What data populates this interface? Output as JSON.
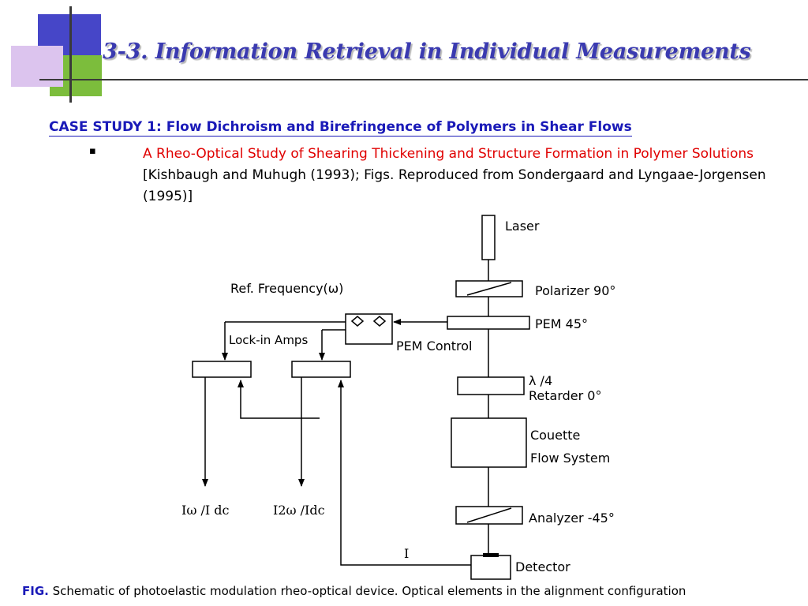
{
  "title": "3-3. Information Retrieval in Individual Measurements",
  "case_study": "CASE STUDY 1: Flow Dichroism and Birefringence of Polymers in Shear Flows",
  "bullet": {
    "marker": "▪",
    "red_text": "A Rheo-Optical Study of Shearing Thickening and Structure Formation in Polymer Solutions",
    "black_text": " [Kishbaugh and Muhugh (1993); Figs. Reproduced from Sondergaard and Lyngaae-Jorgensen (1995)]"
  },
  "diagram": {
    "laser": "Laser",
    "polarizer": "Polarizer 90°",
    "pem": "PEM 45°",
    "retarder_top": "λ /4",
    "retarder_bottom": "Retarder 0°",
    "couette_1": "Couette",
    "couette_2": "Flow System",
    "analyzer": "Analyzer -45°",
    "detector": "Detector",
    "ref_frequency": "Ref. Frequency(ω)",
    "lock_in": "Lock-in Amps",
    "pem_control": "PEM Control",
    "out1": "Iω /I dc",
    "out2": "I2ω /Idc",
    "signal": "I"
  },
  "caption": {
    "prefix": "FIG.",
    "text": "Schematic of photoelastic modulation rheo-optical device. Optical elements in the alignment configuration"
  },
  "colors": {
    "title": "#3a3ab0",
    "heading": "#1a1ab8",
    "highlight": "#e00000",
    "deco_blue": "#4646c8",
    "deco_green": "#7cbd3c",
    "deco_pink": "#dcc4ee"
  }
}
